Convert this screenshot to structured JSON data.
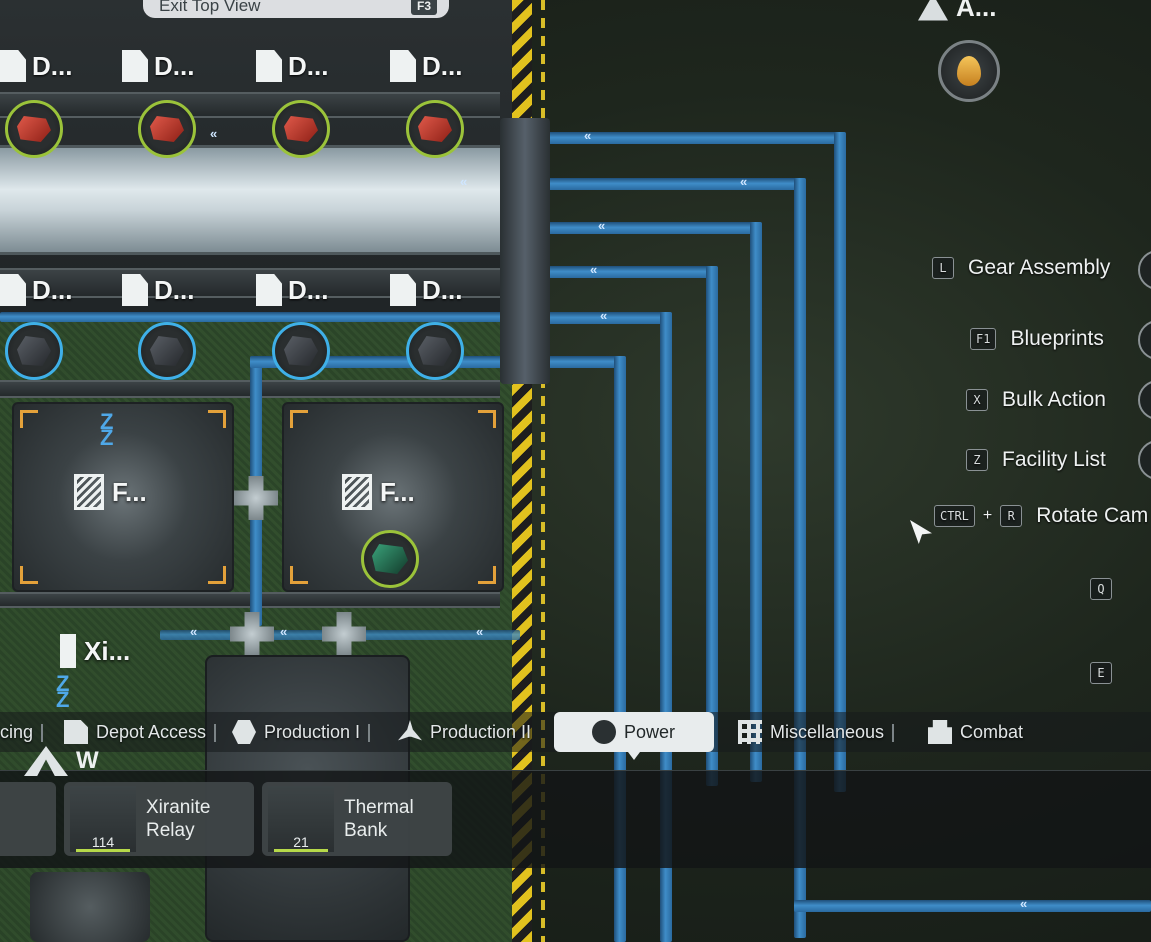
{
  "top_view": {
    "label": "Exit Top View",
    "key": "F3"
  },
  "top_right_label": "A...",
  "depots_top": [
    "D...",
    "D...",
    "D...",
    "D..."
  ],
  "depots_mid": [
    "D...",
    "D...",
    "D...",
    "D..."
  ],
  "machines": [
    "F...",
    "F..."
  ],
  "relay_label": "Xi...",
  "bottom_label": "W",
  "shortcuts": [
    {
      "key": "L",
      "label": "Gear Assembly"
    },
    {
      "key": "F1",
      "label": "Blueprints"
    },
    {
      "key": "X",
      "label": "Bulk Action"
    },
    {
      "key": "Z",
      "label": "Facility List"
    },
    {
      "key": "CTRL",
      "key2": "R",
      "plus": "+",
      "label": "Rotate Cam"
    }
  ],
  "side_keys": [
    "Q",
    "E"
  ],
  "categories": [
    {
      "label": "cing",
      "icon": "partial-icon"
    },
    {
      "label": "Depot Access",
      "icon": "depot-icon"
    },
    {
      "label": "Production I",
      "icon": "hexagon-icon"
    },
    {
      "label": "Production II",
      "icon": "tri-node-icon"
    },
    {
      "label": "Power",
      "icon": "power-icon",
      "active": true
    },
    {
      "label": "Miscellaneous",
      "icon": "grid-icon"
    },
    {
      "label": "Combat",
      "icon": "turret-icon"
    }
  ],
  "build_cards": [
    {
      "name_line1": "Xiranite",
      "name_line2": "Relay",
      "count": "114"
    },
    {
      "name_line1": "Thermal",
      "name_line2": "Bank",
      "count": "21"
    }
  ],
  "colors": {
    "pipe": "#3f8dc8",
    "ore_ring_green": "#9bc33a",
    "ore_ring_blue": "#3fb0e8",
    "hazard": "#e2c21e",
    "active_tab": "#e8eced"
  }
}
